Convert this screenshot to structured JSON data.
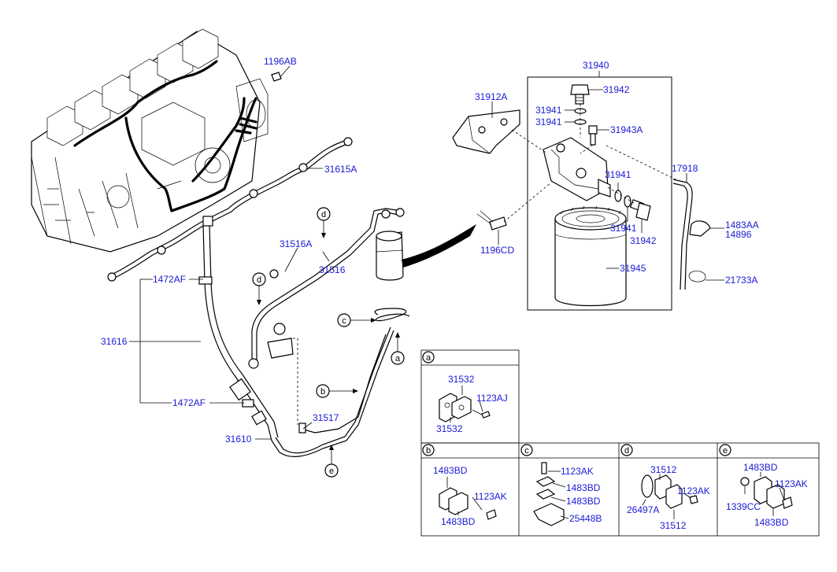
{
  "labels": {
    "l_1196AB": "1196AB",
    "l_31940": "31940",
    "l_31942_top": "31942",
    "l_31912A": "31912A",
    "l_31941_a": "31941",
    "l_31941_b": "31941",
    "l_31943A": "31943A",
    "l_31615A": "31615A",
    "l_31941_c": "31941",
    "l_17918": "17918",
    "l_31941_d": "31941",
    "l_31942_bot": "31942",
    "l_1483AA": "1483AA",
    "l_14896": "14896",
    "l_1196CD": "1196CD",
    "l_31516A": "31516A",
    "l_31516": "31516",
    "l_31945": "31945",
    "l_21733A": "21733A",
    "l_1472AF_top": "1472AF",
    "l_31616": "31616",
    "l_1472AF_bot": "1472AF",
    "l_31517": "31517",
    "l_31610": "31610"
  },
  "callouts": {
    "c": "c",
    "d_top": "d",
    "d_mid": "d",
    "a": "a",
    "b": "b",
    "e": "e"
  },
  "detail_a": {
    "letter": "a",
    "labels": [
      "31532",
      "1123AJ",
      "31532"
    ]
  },
  "detail_b": {
    "letter": "b",
    "labels": [
      "1483BD",
      "1123AK",
      "1483BD"
    ]
  },
  "detail_c": {
    "letter": "c",
    "labels": [
      "1123AK",
      "1483BD",
      "1483BD",
      "25448B"
    ]
  },
  "detail_d": {
    "letter": "d",
    "labels": [
      "31512",
      "1123AK",
      "26497A",
      "31512"
    ]
  },
  "detail_e": {
    "letter": "e",
    "labels": [
      "1483BD",
      "1123AK",
      "1339CC",
      "1483BD"
    ]
  }
}
